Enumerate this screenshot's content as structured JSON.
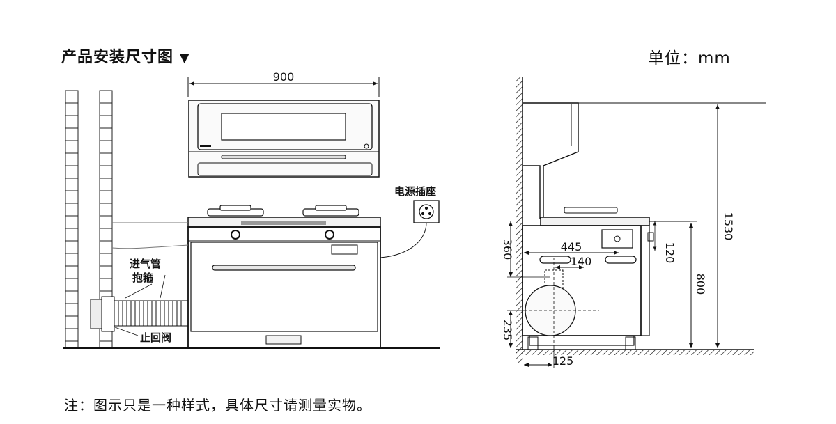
{
  "header": {
    "title": "产品安装尺寸图",
    "unit": "单位：mm"
  },
  "note": "注：图示只是一种样式，具体尺寸请测量实物。",
  "front_view": {
    "width_dim": "900",
    "labels": {
      "socket": "电源插座",
      "inlet_pipe": "进气管",
      "clamp": "抱箍",
      "check_valve": "止回阀"
    }
  },
  "side_view": {
    "dims": {
      "d1530": "1530",
      "d800": "800",
      "d360": "360",
      "d445": "445",
      "d140": "140",
      "d120": "120",
      "d235": "235",
      "d125": "125"
    }
  },
  "colors": {
    "line": "#111111",
    "dim_line": "#333333",
    "fill_light": "#f2f2f2"
  }
}
